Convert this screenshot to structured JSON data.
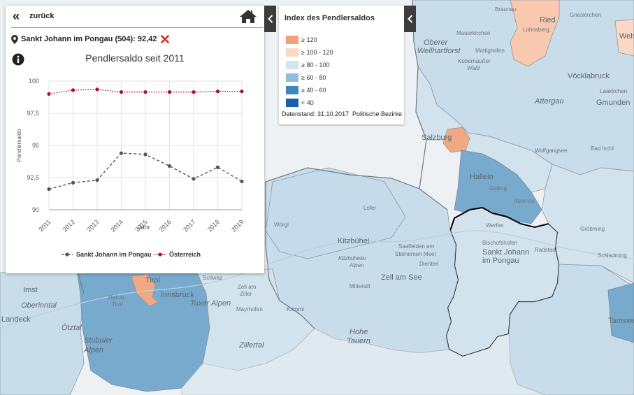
{
  "colors": {
    "map_base": "#eef1f3",
    "district_light": "#c9dce9",
    "district_mid": "#9cc3dc",
    "district_dark": "#78aacd",
    "district_orange": "#f2a882",
    "district_pale_orange": "#f9d5c2",
    "series_region": "#555555",
    "series_austria": "#a8103e",
    "legend": [
      "#f0a07c",
      "#fbd8c5",
      "#d3e5f1",
      "#8fbfdf",
      "#3e87c1",
      "#1c5ea8"
    ]
  },
  "panel": {
    "back_label": "zurück",
    "back_icon": "double-chevron-left-icon",
    "home_icon": "home-icon",
    "region_label": "Sankt Johann im Pongau (504): 92,42",
    "remove_icon": "close-x-icon",
    "info_icon": "info-icon"
  },
  "chart_data": {
    "type": "line",
    "title": "Pendlersaldo seit 2011",
    "xlabel": "Jahr",
    "ylabel": "Pendlersaldo",
    "x": [
      "2011",
      "2012",
      "2013",
      "2014",
      "2015",
      "2016",
      "2017",
      "2018",
      "2019"
    ],
    "y_ticks": [
      "90",
      "92,5",
      "95",
      "97,5",
      "100"
    ],
    "ylim": [
      90,
      100
    ],
    "grid": true,
    "legend_position": "bottom",
    "series": [
      {
        "name": "Sankt Johann im Pongau",
        "values": [
          91.6,
          92.1,
          92.3,
          94.4,
          94.3,
          93.4,
          92.4,
          93.3,
          92.2
        ],
        "style": "dashed"
      },
      {
        "name": "Österreich",
        "values": [
          99.0,
          99.3,
          99.35,
          99.15,
          99.15,
          99.15,
          99.15,
          99.2,
          99.2
        ],
        "style": "dotted"
      }
    ]
  },
  "legend": {
    "title": "Index des Pendlersaldos",
    "items": [
      "≥ 120",
      "≥ 100 - 120",
      "≥ 80 - 100",
      "≥ 60 - 80",
      "≥ 40 - 60",
      "< 40"
    ],
    "date_label": "Datenstand: 31.10.2017",
    "layer_label": "Politische Bezirke"
  },
  "map": {
    "labels": [
      "Ried",
      "Grieskirchen",
      "Wels",
      "Braunau",
      "Lohnsberg",
      "Mauerkirchen",
      "Oberer",
      "Weilhartforst",
      "Mattighofen",
      "Kobernaußer",
      "Wald",
      "Vöcklabruck",
      "Attergau",
      "Gmunden",
      "Laakirchen",
      "Salzburg",
      "Hallein",
      "Wolfgangsee",
      "Bad Ischl",
      "Bischofshofen",
      "Sankt Johann",
      "im Pongau",
      "Schladming",
      "Radstadt",
      "Gröbming",
      "Zell am See",
      "Saalfelden am",
      "Steinernen Meer",
      "Kitzbühel",
      "Kitzbüheler",
      "Alpen",
      "Wörgl",
      "Tirol",
      "Innsbruck",
      "Tuxer Alpen",
      "Zillertal",
      "Oberinntal",
      "Ötztal",
      "Stubaier",
      "Alpen",
      "Hohe",
      "Tauern",
      "Tamswe",
      "Imst",
      "Landeck",
      "Lofer",
      "Abtenau",
      "Golling",
      "Werfen",
      "Dienten",
      "Mittersill",
      "Krimml",
      "Mayrhofen",
      "Zell am",
      "Ziller",
      "Schwaz",
      "Hall in",
      "Tirol"
    ]
  }
}
